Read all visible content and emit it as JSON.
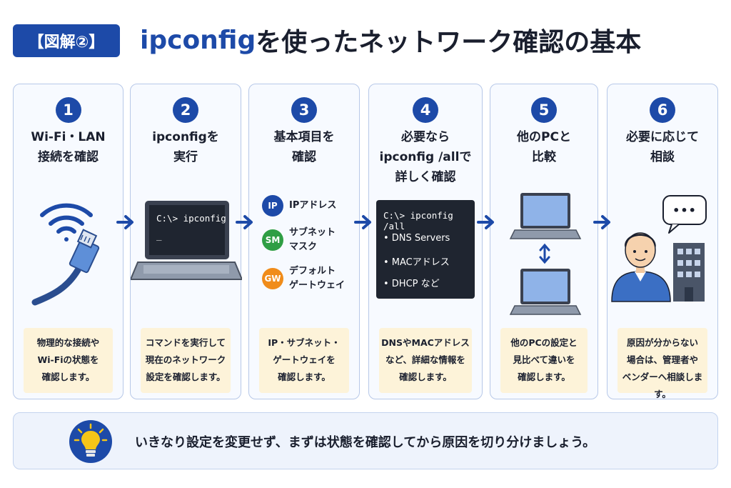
{
  "header": {
    "badge": "【図解②】",
    "title_accent": "ipconfig",
    "title_rest": "を使ったネットワーク確認の基本"
  },
  "steps": [
    {
      "num": "1",
      "title": [
        "Wi-Fi・LAN",
        "接続を確認"
      ],
      "desc": [
        "物理的な接続や",
        "Wi-Fiの状態を",
        "確認します。"
      ]
    },
    {
      "num": "2",
      "title": [
        "ipconfigを",
        "実行"
      ],
      "terminal": {
        "line1": "C:\\> ipconfig",
        "line2": "_"
      },
      "desc": [
        "コマンドを実行して",
        "現在のネットワーク",
        "設定を確認します。"
      ]
    },
    {
      "num": "3",
      "title": [
        "基本項目を",
        "確認"
      ],
      "items": [
        {
          "abbr": "IP",
          "label": [
            "IPアドレス"
          ],
          "color": "#1d4aa8"
        },
        {
          "abbr": "SM",
          "label": [
            "サブネット",
            "マスク"
          ],
          "color": "#2f9e44"
        },
        {
          "abbr": "GW",
          "label": [
            "デフォルト",
            "ゲートウェイ"
          ],
          "color": "#f08c1a"
        }
      ],
      "desc": [
        "IP・サブネット・",
        "ゲートウェイを",
        "確認します。"
      ]
    },
    {
      "num": "4",
      "title": [
        "必要なら",
        "ipconfig /allで",
        "詳しく確認"
      ],
      "terminal": {
        "cmd": "C:\\> ipconfig /all",
        "items": [
          "• DNS Servers",
          "• MACアドレス",
          "• DHCP など"
        ]
      },
      "desc": [
        "DNSやMACアドレス",
        "など、詳細な情報を",
        "確認します。"
      ]
    },
    {
      "num": "5",
      "title": [
        "他のPCと",
        "比較"
      ],
      "desc": [
        "他のPCの設定と",
        "見比べて違いを",
        "確認します。"
      ]
    },
    {
      "num": "6",
      "title": [
        "必要に応じて",
        "相談"
      ],
      "speech": "•••",
      "desc": [
        "原因が分からない",
        "場合は、管理者や",
        "ベンダーへ相談します。"
      ]
    }
  ],
  "tip": {
    "text": "いきなり設定を変更せず、まずは状態を確認してから原因を切り分けましょう。"
  },
  "colors": {
    "primary": "#1d4aa8",
    "card_bg": "#f7faff",
    "desc_bg": "#fdf3d9",
    "tip_bg": "#eef3fc"
  },
  "icons": [
    "wifi-icon",
    "ethernet-cable-icon",
    "laptop-icon",
    "arrow-right-icon",
    "up-down-arrow-icon",
    "person-icon",
    "building-icon",
    "speech-bubble-icon",
    "lightbulb-icon"
  ]
}
